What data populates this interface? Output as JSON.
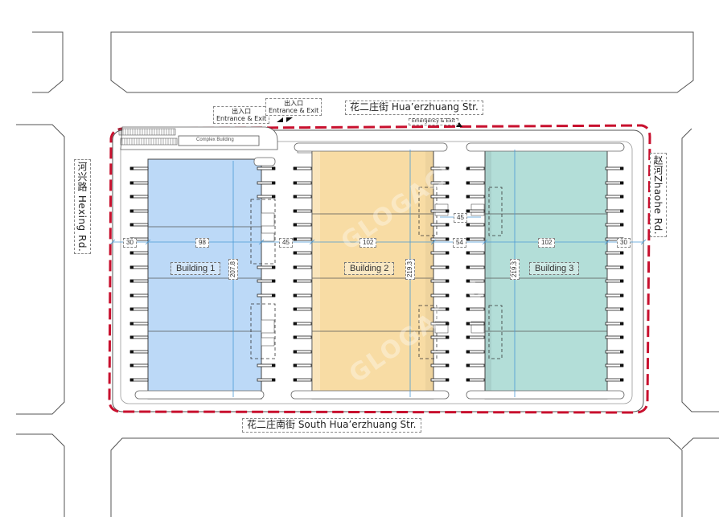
{
  "streets": {
    "north": "花二庄街 Hua’erzhuang Str.",
    "south": "花二庄南街 South Hua’erzhuang Str.",
    "west": "河兴路 Hexing Rd.",
    "east": "赵河Zhaohe Rd."
  },
  "entrance": {
    "cn": "出入口",
    "en": "Entrance & Exit"
  },
  "emergency_exit": "Emergency & Exit",
  "complex_building": "Complex Building",
  "buildings": [
    {
      "name": "Building 1",
      "width": "98",
      "depth": "207.8",
      "color": "#bcd9f7"
    },
    {
      "name": "Building 2",
      "width": "102",
      "depth": "219.3",
      "color": "#f8dca4"
    },
    {
      "name": "Building 3",
      "width": "102",
      "depth": "219.3",
      "color": "#b3ded8"
    }
  ],
  "dimensions": {
    "west_setback": "30",
    "gap_1_2": "45",
    "gap_2_3": "54",
    "east_setback": "30",
    "dock_gap": "45"
  },
  "watermark": "GLOGACRE",
  "colors": {
    "boundary": "#c8102e",
    "dimension_line": "#4a9ad6",
    "outline": "#444444"
  }
}
